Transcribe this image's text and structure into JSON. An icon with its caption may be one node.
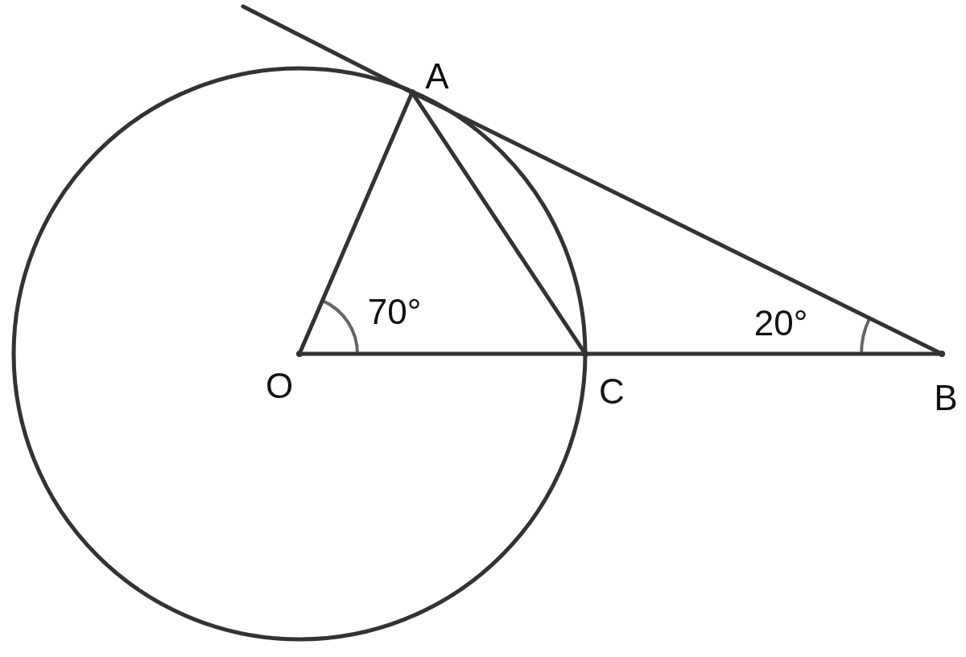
{
  "diagram": {
    "nodes": [
      {
        "text": [],
        "shape": "circle",
        "beside": [
          "O"
        ]
      },
      {
        "text": [],
        "shape": "circle",
        "beside": [
          "A"
        ]
      },
      {
        "text": [],
        "shape": "circle",
        "beside": [
          "C"
        ]
      },
      {
        "text": [],
        "shape": "circle",
        "beside": [
          "B"
        ]
      }
    ],
    "edges": [
      {
        "from": 0,
        "to": 1,
        "arrow": "none"
      },
      {
        "from": 1,
        "to": 2,
        "arrow": "none"
      },
      {
        "from": 0,
        "to": 2,
        "arrow": "none"
      },
      {
        "from": 2,
        "to": 3,
        "arrow": "none"
      },
      {
        "from": 3,
        "to": 1,
        "arrow": "none"
      },
      {
        "from": 1,
        "to": null,
        "arrow": "none"
      }
    ],
    "labels": [
      "70°",
      "20°"
    ]
  }
}
